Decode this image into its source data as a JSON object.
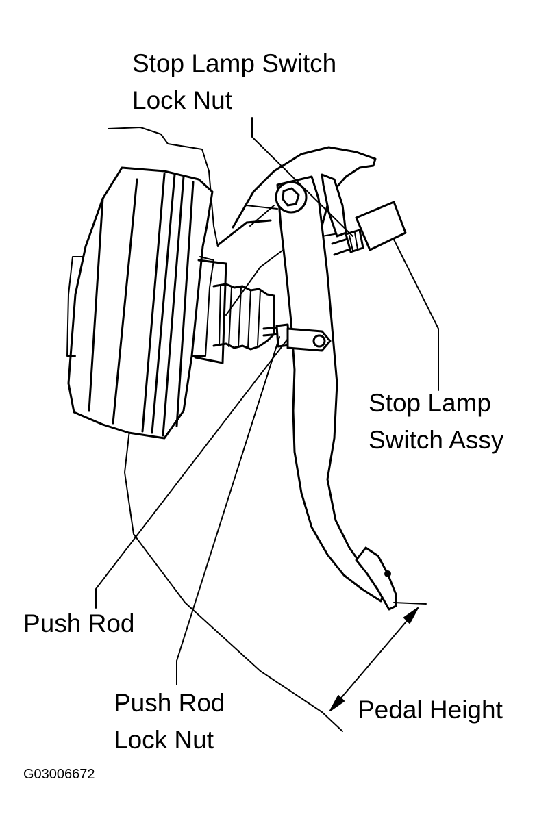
{
  "labels": {
    "stop_lamp_switch_lock_nut": [
      "Stop Lamp Switch",
      "Lock Nut"
    ],
    "stop_lamp_switch_assy": [
      "Stop Lamp",
      "Switch Assy"
    ],
    "push_rod": "Push Rod",
    "push_rod_lock_nut": [
      "Push Rod",
      "Lock Nut"
    ],
    "pedal_height": "Pedal Height"
  },
  "figure_code": "G03006672",
  "colors": {
    "ink": "#000000",
    "paper": "#ffffff"
  }
}
